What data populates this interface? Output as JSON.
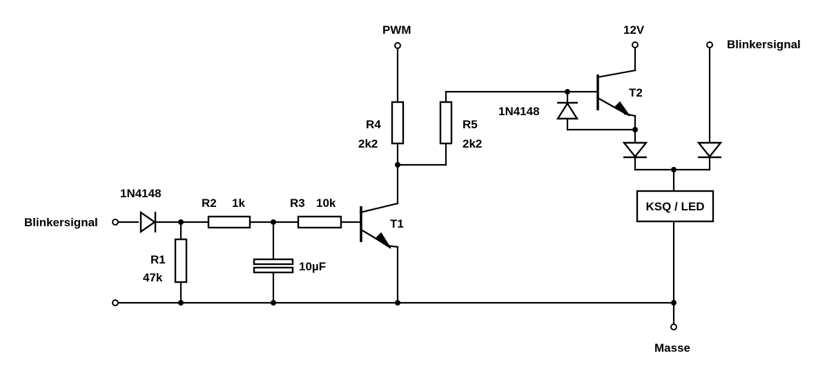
{
  "labels": {
    "input_left": "Blinkersignal",
    "d1": "1N4148",
    "r1_name": "R1",
    "r1_value": "47k",
    "r2_name": "R2",
    "r2_value": "1k",
    "r3_name": "R3",
    "r3_value": "10k",
    "c1_value": "10µF",
    "t1": "T1",
    "pwm": "PWM",
    "r4_name": "R4",
    "r4_value": "2k2",
    "r5_name": "R5",
    "r5_value": "2k2",
    "d2": "1N4148",
    "supply": "12V",
    "t2": "T2",
    "input_right": "Blinkersignal",
    "load": "KSQ / LED",
    "ground": "Masse"
  }
}
